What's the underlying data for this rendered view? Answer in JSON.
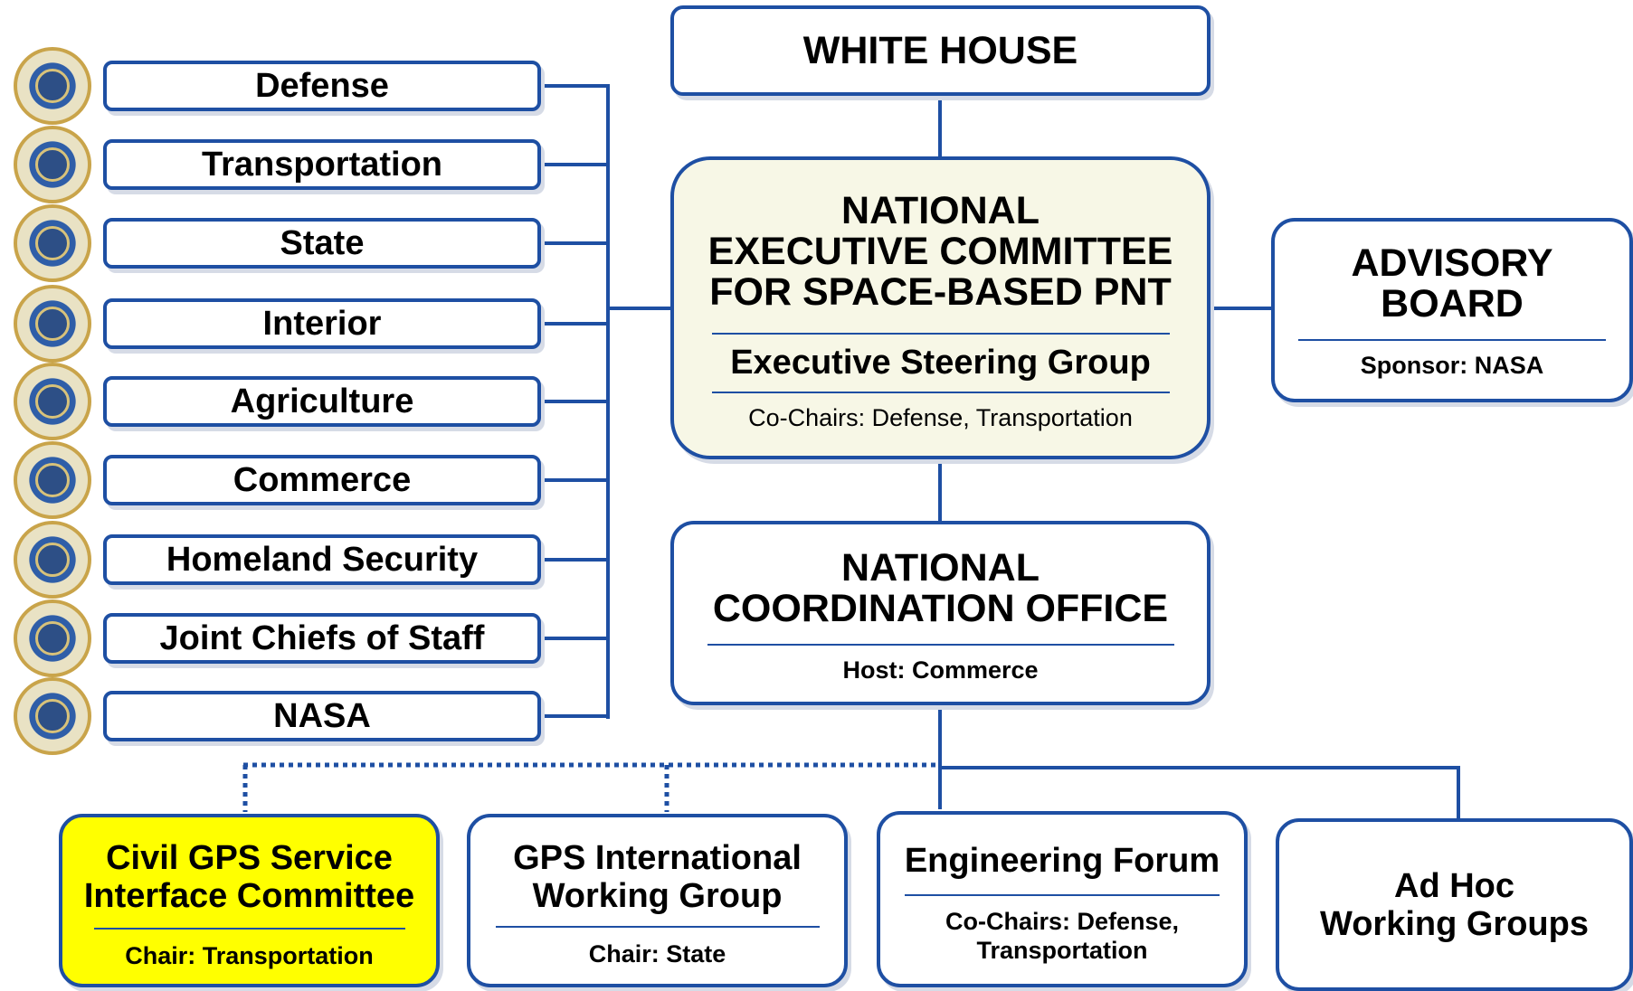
{
  "white_house": "WHITE HOUSE",
  "executive_committee": {
    "title_lines": [
      "NATIONAL",
      "EXECUTIVE COMMITTEE",
      "FOR SPACE-BASED PNT"
    ],
    "steering_group": "Executive Steering Group",
    "co_chairs": "Co-Chairs: Defense, Transportation"
  },
  "advisory_board": {
    "title_lines": [
      "ADVISORY",
      "BOARD"
    ],
    "sponsor": "Sponsor: NASA"
  },
  "coordination_office": {
    "title_lines": [
      "NATIONAL",
      "COORDINATION OFFICE"
    ],
    "host": "Host: Commerce"
  },
  "agencies": [
    {
      "label": "Defense",
      "seal_icon": "defense-seal-icon"
    },
    {
      "label": "Transportation",
      "seal_icon": "transportation-logo-icon"
    },
    {
      "label": "State",
      "seal_icon": "state-seal-icon"
    },
    {
      "label": "Interior",
      "seal_icon": "interior-seal-icon"
    },
    {
      "label": "Agriculture",
      "seal_icon": "agriculture-seal-icon"
    },
    {
      "label": "Commerce",
      "seal_icon": "commerce-seal-icon"
    },
    {
      "label": "Homeland Security",
      "seal_icon": "homeland-security-seal-icon"
    },
    {
      "label": "Joint Chiefs of Staff",
      "seal_icon": "joint-chiefs-seal-icon"
    },
    {
      "label": "NASA",
      "seal_icon": "nasa-logo-icon"
    }
  ],
  "bottom_groups": [
    {
      "title_lines": [
        "Civil GPS Service",
        "Interface Committee"
      ],
      "note": "Chair: Transportation"
    },
    {
      "title_lines": [
        "GPS International",
        "Working Group"
      ],
      "note": "Chair: State"
    },
    {
      "title_lines": [
        "Engineering Forum"
      ],
      "note_lines": [
        "Co-Chairs: Defense,",
        "Transportation"
      ]
    },
    {
      "title_lines": [
        "Ad Hoc",
        "Working Groups"
      ]
    }
  ],
  "colors": {
    "border": "#1e4fa3",
    "executive_fill": "#f7f7e6",
    "highlight_fill": "#ffff00"
  }
}
